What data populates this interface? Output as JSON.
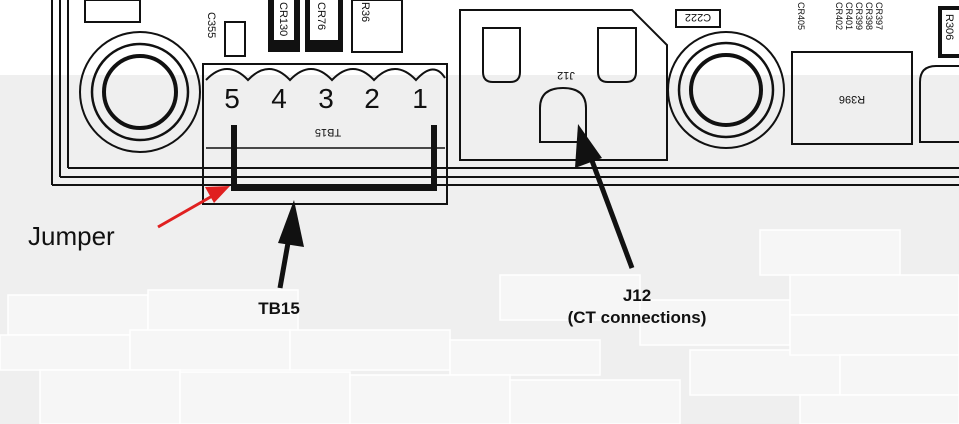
{
  "board": {
    "refs": {
      "c355": "C355",
      "cr130": "CR130",
      "cr76": "CR76",
      "r36": "R36",
      "j12": "J12",
      "c222": "C222",
      "r396": "R396",
      "r306": "R306",
      "tb15": "TB15",
      "right_stack": [
        "CR397",
        "CR398",
        "CR399",
        "CR401",
        "CR402",
        "CR405"
      ]
    },
    "terminal_numbers": [
      "5",
      "4",
      "3",
      "2",
      "1"
    ]
  },
  "callouts": {
    "jumper": "Jumper",
    "tb15": "TB15",
    "j12_line1": "J12",
    "j12_line2": "(CT connections)"
  },
  "colors": {
    "line": "#111111",
    "arrow_red": "#e02020",
    "background_top": "#ffffff",
    "background_bottom": "#efefef",
    "tile": "#f6f6f6"
  }
}
